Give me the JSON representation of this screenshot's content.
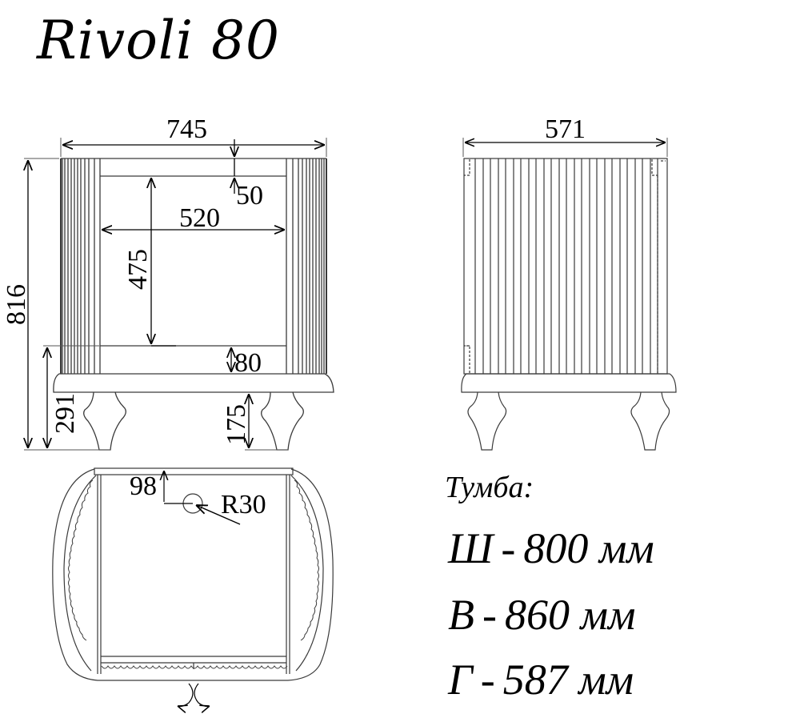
{
  "title": "Rivoli 80",
  "front_view": {
    "overall_width": "745",
    "overall_height": "816",
    "top_rail": "50",
    "opening_width": "520",
    "opening_height": "475",
    "bottom_rail": "80",
    "plinth_height": "291",
    "leg_height": "175"
  },
  "side_view": {
    "overall_width": "571"
  },
  "top_view": {
    "hole_offset": "98",
    "hole_radius": "R30",
    "door_swing": "double-door-swing-arrows"
  },
  "specs": {
    "heading": "Тумба:",
    "rows": [
      {
        "letter": "Ш",
        "sep": "-",
        "value": "800",
        "unit": "мм"
      },
      {
        "letter": "В",
        "sep": "-",
        "value": "860",
        "unit": "мм"
      },
      {
        "letter": "Г",
        "sep": "-",
        "value": "587",
        "unit": "мм"
      }
    ]
  },
  "colors": {
    "line": "#3a3a3a",
    "text": "#000000",
    "background": "#ffffff"
  }
}
